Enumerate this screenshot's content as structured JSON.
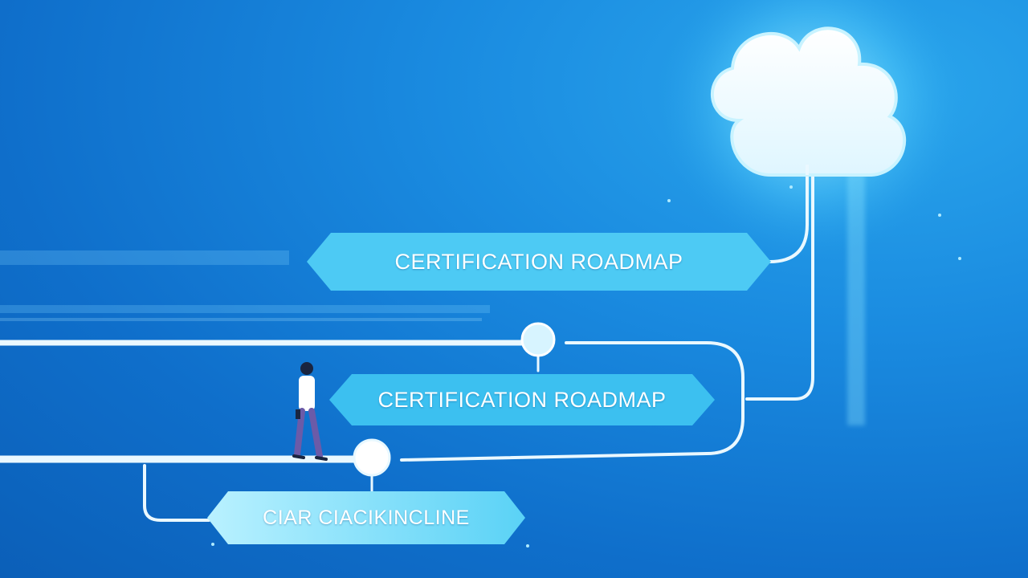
{
  "banners": {
    "top": "CERTIFICATION ROADMAP",
    "middle": "CERTIFICATION ROADMAP",
    "bottom": "CIAR CIACIKINCLINE"
  },
  "icons": {
    "cloud": "cloud-icon",
    "person": "walking-person-icon"
  },
  "colors": {
    "background": "#1a8be0",
    "banner": "#3cc6f4",
    "banner_light": "#a6ecff",
    "line": "#eaf8ff"
  }
}
